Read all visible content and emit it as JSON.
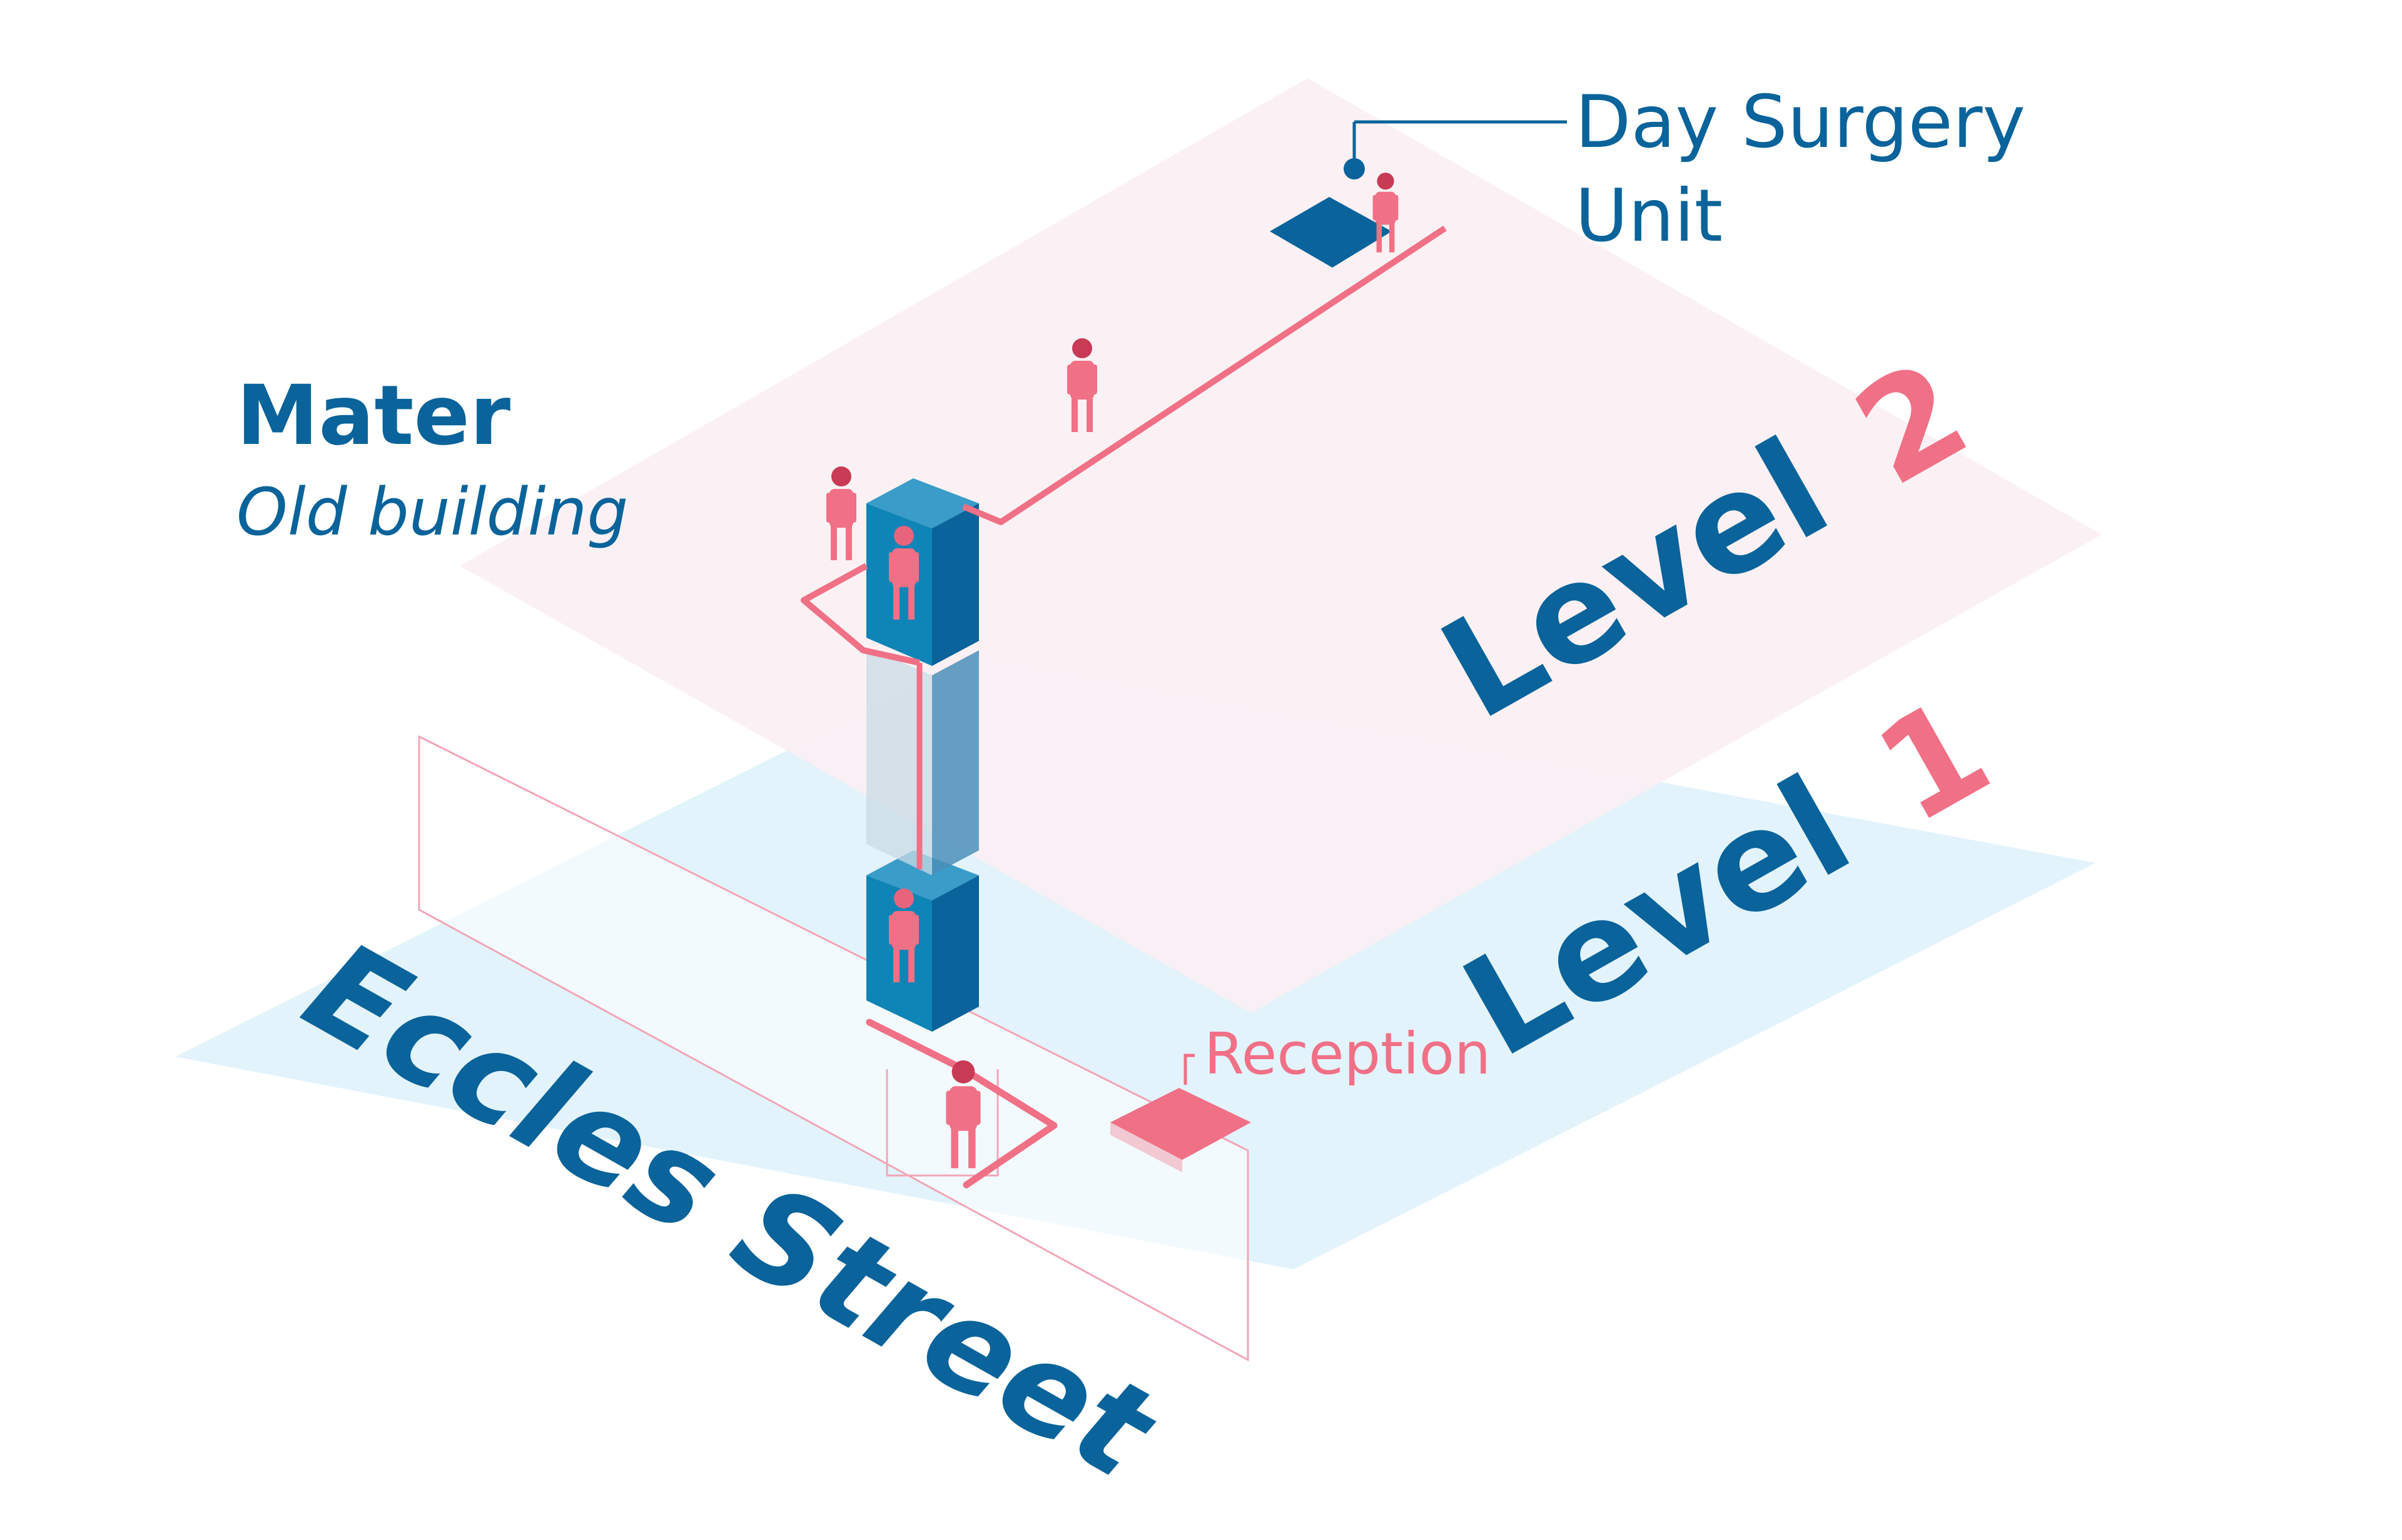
{
  "labels": {
    "mater_title": "Mater",
    "mater_subtitle": "Old building",
    "day_surgery_line1": "Day Surgery",
    "day_surgery_line2": "Unit",
    "reception": "Reception",
    "street": "Eccles Street",
    "level2_word": "Level",
    "level2_number": "2",
    "level1_word": "Level",
    "level1_number": "1"
  },
  "icons": {
    "person": "person-icon",
    "lift": "lift-icon",
    "location_marker": "location-marker-icon"
  },
  "colors": {
    "level1_floor": "#e2f3fb",
    "level2_floor": "#fbeff3",
    "primary_blue": "#0a639a",
    "route_pink": "#f07086",
    "person_head": "#c93a55"
  }
}
